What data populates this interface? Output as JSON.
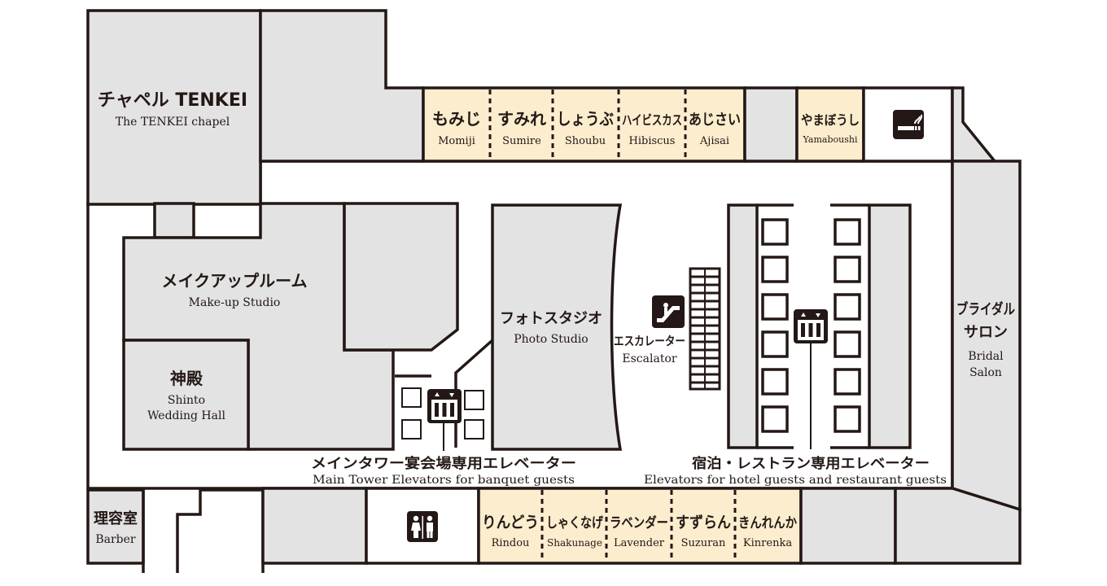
{
  "rooms": {
    "chapel": {
      "jp": "チャペル TENKEI",
      "en": "The TENKEI chapel"
    },
    "makeup": {
      "jp": "メイクアップルーム",
      "en": "Make-up Studio"
    },
    "shinto": {
      "jp": "神殿",
      "en": "Shinto",
      "en2": "Wedding Hall"
    },
    "photo": {
      "jp": "フォトスタジオ",
      "en": "Photo Studio"
    },
    "bridal": {
      "jp": "ブライダル",
      "jp2": "サロン",
      "en": "Bridal",
      "en2": "Salon"
    },
    "barber": {
      "jp": "理容室",
      "en": "Barber"
    }
  },
  "halls_top": [
    {
      "jp": "もみじ",
      "en": "Momiji"
    },
    {
      "jp": "すみれ",
      "en": "Sumire"
    },
    {
      "jp": "しょうぶ",
      "en": "Shoubu"
    },
    {
      "jp": "ハイビスカス",
      "en": "Hibiscus"
    },
    {
      "jp": "あじさい",
      "en": "Ajisai"
    },
    {
      "jp": "やまぼうし",
      "en": "Yamaboushi"
    }
  ],
  "halls_bottom": [
    {
      "jp": "りんどう",
      "en": "Rindou"
    },
    {
      "jp": "しゃくなげ",
      "en": "Shakunage"
    },
    {
      "jp": "ラベンダー",
      "en": "Lavender"
    },
    {
      "jp": "すずらん",
      "en": "Suzuran"
    },
    {
      "jp": "きんれんか",
      "en": "Kinrenka"
    }
  ],
  "escalator": {
    "jp": "エスカレーター",
    "en": "Escalator"
  },
  "elevators": {
    "main": {
      "jp": "メインタワー宴会場専用エレベーター",
      "en": "Main Tower Elevators for banquet guests"
    },
    "hotel": {
      "jp": "宿泊・レストラン専用エレベーター",
      "en": "Elevators for hotel guests and restaurant guests"
    }
  },
  "icons": [
    "smoking-area-icon",
    "escalator-icon",
    "elevator-icon",
    "restroom-icon"
  ],
  "colors": {
    "room": "#e3e3e3",
    "banquet_hall": "#fbedce",
    "line": "#231815"
  }
}
